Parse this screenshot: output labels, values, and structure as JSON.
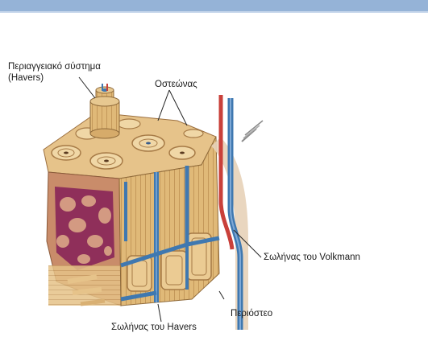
{
  "labels": {
    "haversian_system_line1": "Περιαγγειακό σύστημα",
    "haversian_system_line2": "(Havers)",
    "osteon": "Οστεώνας",
    "volkmann_canal": "Σωλήνας του Volkmann",
    "periosteum": "Περιόστεο",
    "havers_canal": "Σωλήνας του Havers"
  },
  "colors": {
    "header_bar": "#95b3d7",
    "bone_tan": "#e2bd7e",
    "bone_dark": "#a87a44",
    "marrow": "#9b3b63",
    "vein_blue": "#3f78b0",
    "artery_red": "#c9403a"
  }
}
